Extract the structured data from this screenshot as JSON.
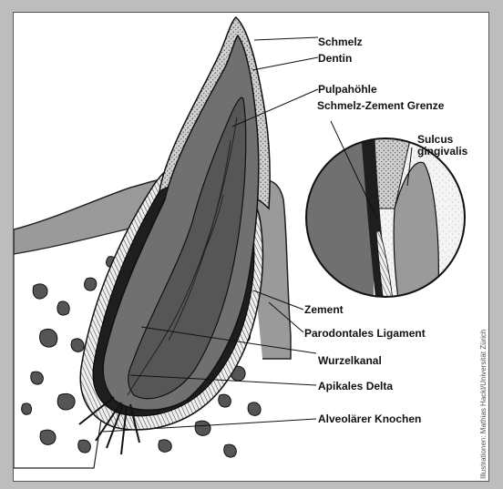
{
  "diagram": {
    "labels": {
      "schmelz": "Schmelz",
      "dentin": "Dentin",
      "pulpahoehle": "Pulpahöhle",
      "sez_grenze": "Schmelz-Zement Grenze",
      "sulcus_1": "Sulcus",
      "sulcus_2": "gingivalis",
      "zement": "Zement",
      "ligament": "Parodontales Ligament",
      "wurzelkanal": "Wurzelkanal",
      "apikales_delta": "Apikales Delta",
      "knochen": "Alveolärer Knochen"
    },
    "credit": "Illustrationen: Mathias Hackl/Universität Zürich"
  }
}
